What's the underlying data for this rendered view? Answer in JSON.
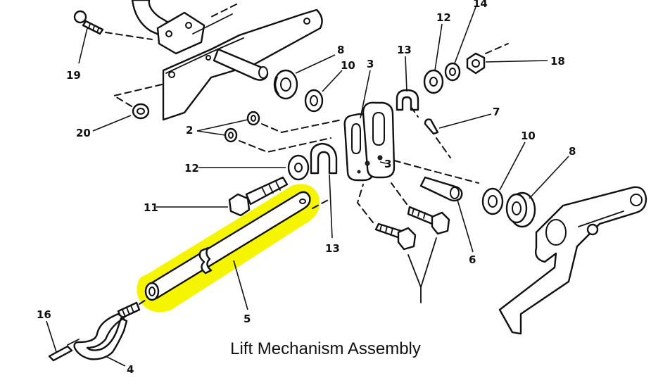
{
  "caption": "Lift Mechanism Assembly",
  "highlight_color": "#f5f500",
  "callouts": {
    "c19": "19",
    "c20": "20",
    "c2": "2",
    "c12_left": "12",
    "c11": "11",
    "c8_top": "8",
    "c10_top": "10",
    "c3_top": "3",
    "c13_top": "13",
    "c12_top": "12",
    "c14": "14",
    "c18": "18",
    "c7": "7",
    "c3_mid": "3",
    "c10_right": "10",
    "c8_right": "8",
    "c13_bottom": "13",
    "c6": "6",
    "c5": "5",
    "c16": "16",
    "c4": "4"
  }
}
